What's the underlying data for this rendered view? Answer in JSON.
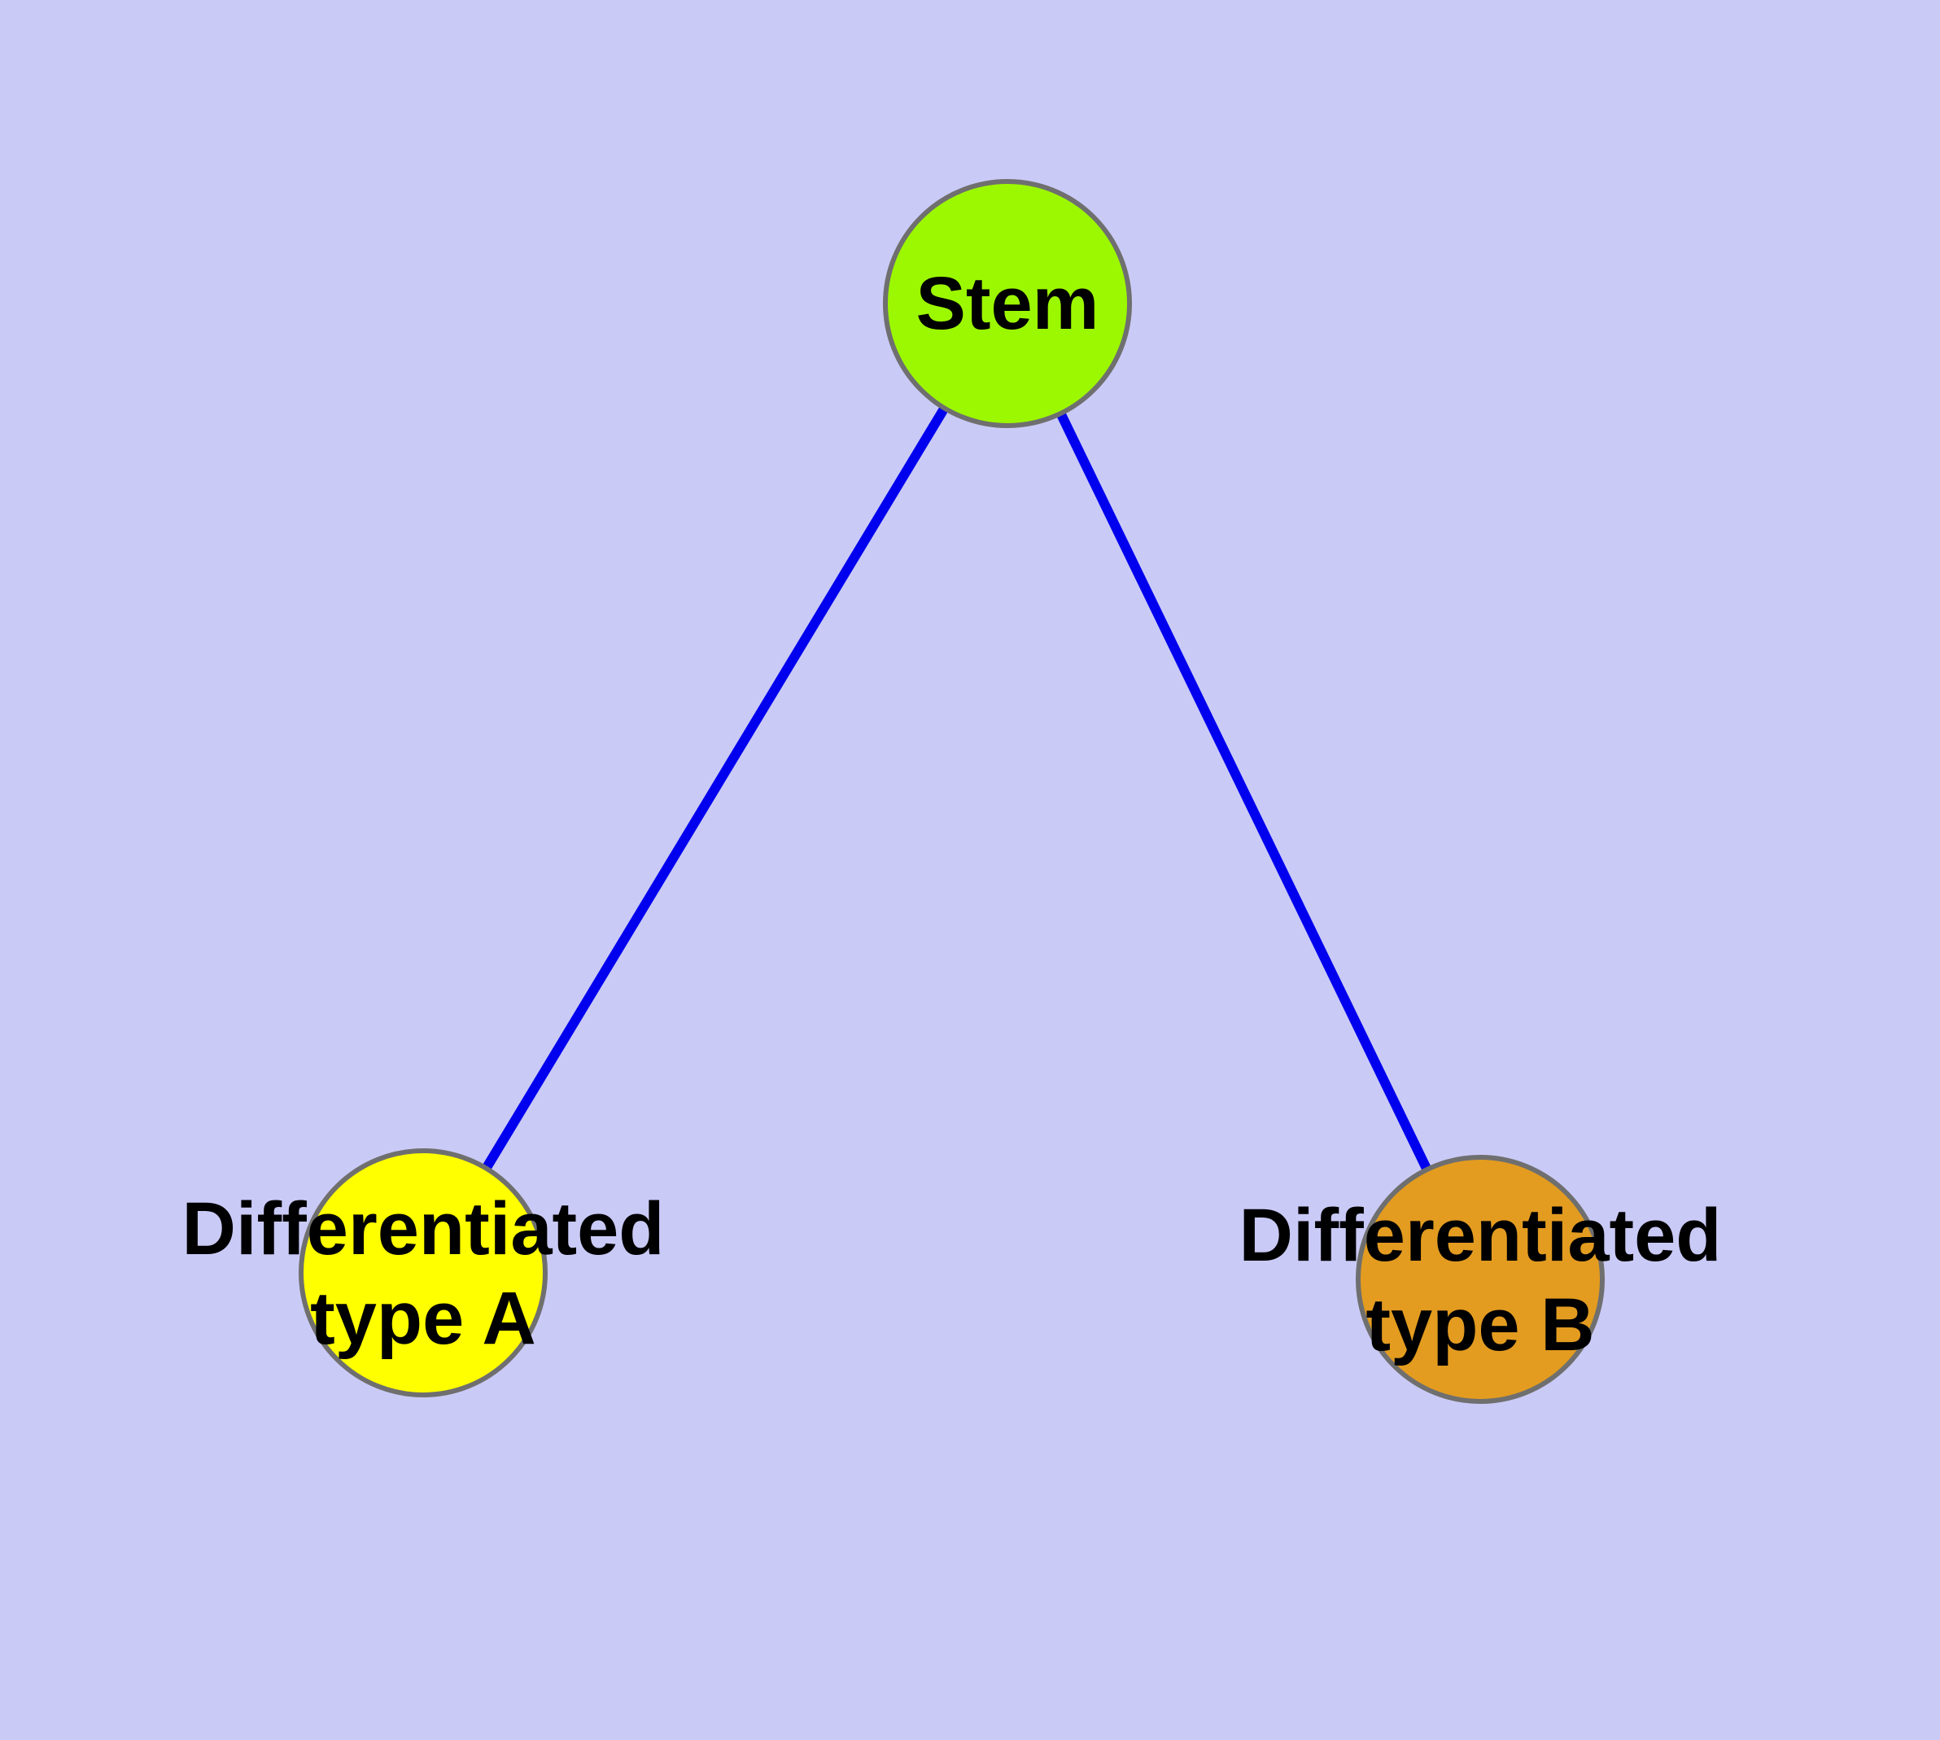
{
  "diagram": {
    "type": "node-link-graph",
    "background_color": "#cacaf7",
    "edge_color": "#0000ee",
    "node_border_color": "#6f6f6f",
    "label_color": "#000000",
    "nodes": [
      {
        "id": "stem",
        "label": "Stem",
        "label_lines": [
          "Stem"
        ],
        "color": "#9cf800"
      },
      {
        "id": "differentiated-type-a",
        "label": "Differentiated type A",
        "label_lines": [
          "Differentiated",
          "type A"
        ],
        "color": "#ffff00"
      },
      {
        "id": "differentiated-type-b",
        "label": "Differentiated type B",
        "label_lines": [
          "Differentiated",
          "type B"
        ],
        "color": "#e39c20"
      }
    ],
    "edges": [
      {
        "from": "Stem",
        "to": "Differentiated type A"
      },
      {
        "from": "Stem",
        "to": "Differentiated type B"
      }
    ]
  }
}
